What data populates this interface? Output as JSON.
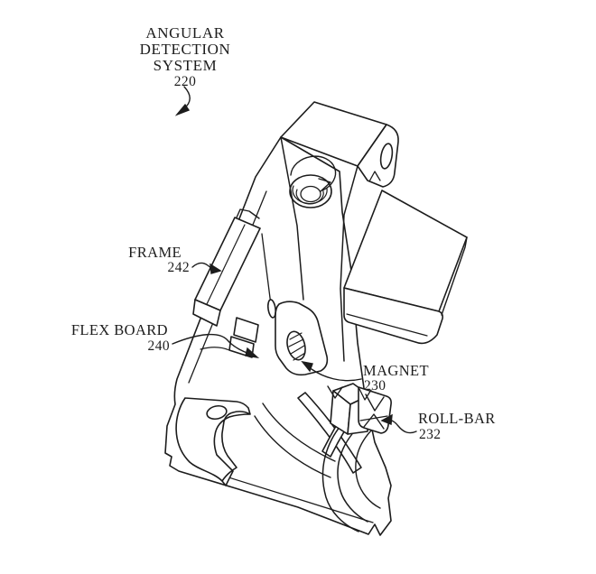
{
  "figure": {
    "title": {
      "lines": [
        "ANGULAR",
        "DETECTION",
        "SYSTEM"
      ],
      "ref": "220"
    },
    "labels": {
      "frame": {
        "text": "FRAME",
        "ref": "242"
      },
      "flex_board": {
        "text": "FLEX BOARD",
        "ref": "240"
      },
      "magnet": {
        "text": "MAGNET",
        "ref": "230"
      },
      "roll_bar": {
        "text": "ROLL-BAR",
        "ref": "232"
      }
    },
    "colors": {
      "line": "#1c1c1c",
      "background": "#ffffff"
    }
  }
}
